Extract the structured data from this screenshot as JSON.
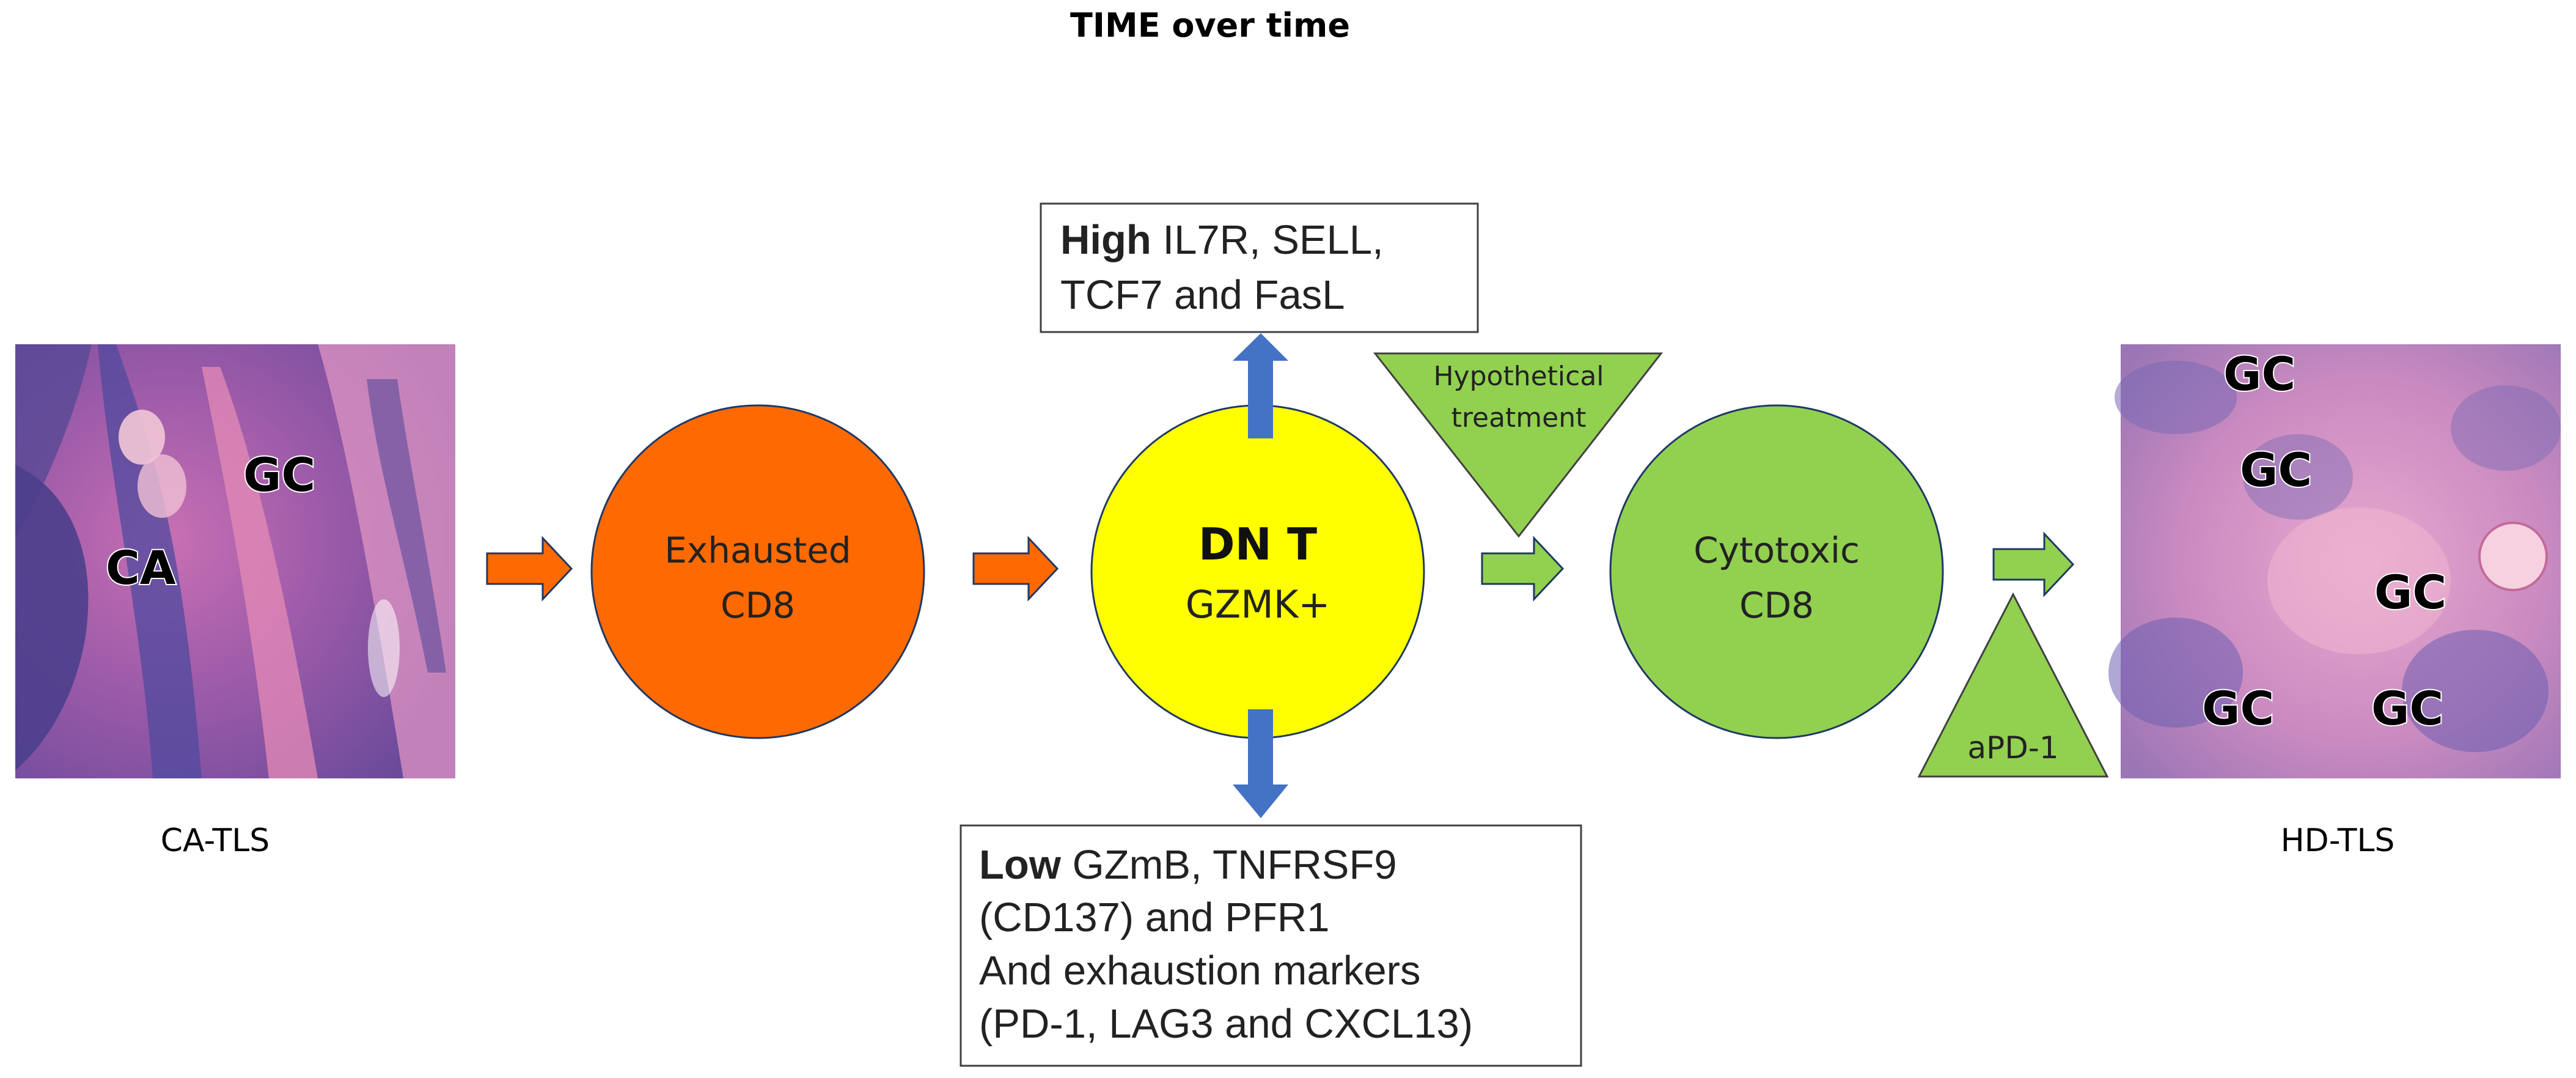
{
  "title": "TIME over time",
  "left_image": {
    "caption": "CA-TLS",
    "labels": [
      "CA",
      "GC"
    ]
  },
  "right_image": {
    "caption": "HD-TLS",
    "labels": [
      "GC",
      "GC",
      "GC",
      "GC",
      "GC"
    ]
  },
  "nodes": {
    "exhausted": {
      "line1": "Exhausted",
      "line2": "CD8",
      "color": "#ff6a00"
    },
    "dnt": {
      "line1": "DN T",
      "line2": "GZMK+",
      "color": "#ffff00"
    },
    "cytotoxic": {
      "line1": "Cytotoxic",
      "line2": "CD8",
      "color": "#92d050"
    }
  },
  "high_box": {
    "bold": "High",
    "rest": " IL7R, SELL,",
    "line2": "TCF7 and FasL"
  },
  "low_box": {
    "bold": "Low",
    "rest": " GZmB, TNFRSF9",
    "line2": "(CD137) and PFR1",
    "line3": "And exhaustion markers",
    "line4": "(PD-1, LAG3 and CXCL13)"
  },
  "hypothetical": {
    "line1": "Hypothetical",
    "line2": "treatment"
  },
  "apd1": {
    "label": "aPD-1"
  },
  "colors": {
    "orange": "#ff6a00",
    "green": "#92d050",
    "blue": "#4472c4",
    "outline": "#1f3864"
  }
}
